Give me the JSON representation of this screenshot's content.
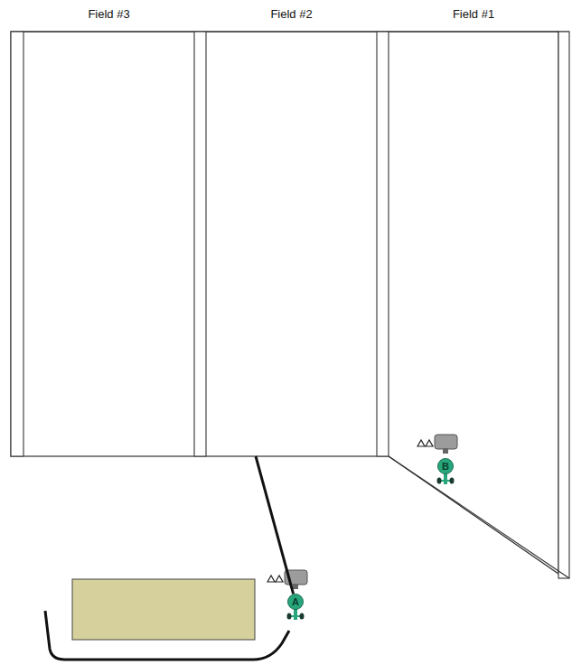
{
  "diagram": {
    "nodes": [
      {
        "text": [
          "Field #3"
        ]
      },
      {
        "text": [
          "Field #2"
        ]
      },
      {
        "text": [
          "Field #1"
        ]
      },
      {
        "text": [
          "B"
        ]
      },
      {
        "text": [
          "A"
        ]
      }
    ],
    "edges": [
      {
        "from": 4,
        "to": 1,
        "arrow": "none"
      }
    ]
  }
}
